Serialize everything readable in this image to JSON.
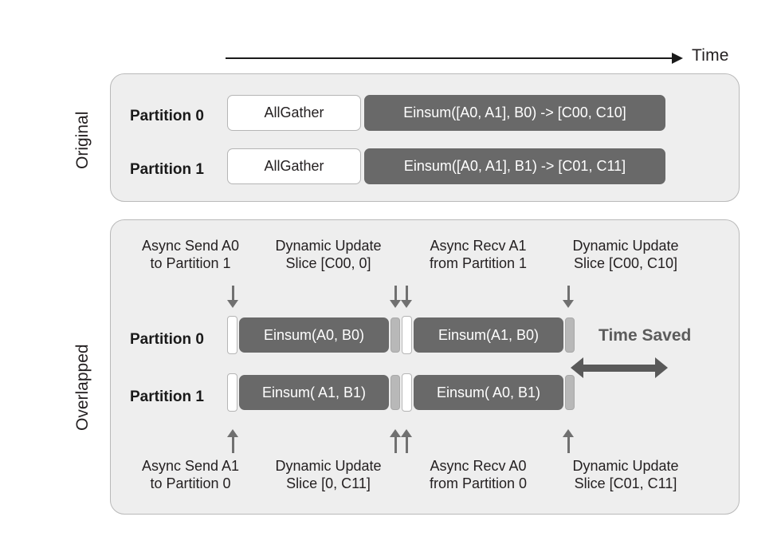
{
  "time_axis": {
    "label": "Time"
  },
  "sections": {
    "original": {
      "side_label": "Original",
      "rows": [
        {
          "label": "Partition 0",
          "allgather": "AllGather",
          "einsum": "Einsum([A0, A1], B0) -> [C00, C10]"
        },
        {
          "label": "Partition 1",
          "allgather": "AllGather",
          "einsum": "Einsum([A0, A1], B1) -> [C01, C11]"
        }
      ]
    },
    "overlapped": {
      "side_label": "Overlapped",
      "top_annotations": [
        {
          "line1": "Async Send A0",
          "line2": "to Partition 1"
        },
        {
          "line1": "Dynamic Update",
          "line2": "Slice [C00, 0]"
        },
        {
          "line1": "Async Recv A1",
          "line2": "from Partition 1"
        },
        {
          "line1": "Dynamic Update",
          "line2": "Slice [C00, C10]"
        }
      ],
      "bottom_annotations": [
        {
          "line1": "Async Send A1",
          "line2": "to Partition 0"
        },
        {
          "line1": "Dynamic Update",
          "line2": "Slice [0, C11]"
        },
        {
          "line1": "Async Recv A0",
          "line2": "from Partition 0"
        },
        {
          "line1": "Dynamic Update",
          "line2": "Slice [C01, C11]"
        }
      ],
      "rows": [
        {
          "label": "Partition 0",
          "einsum_a": "Einsum(A0, B0)",
          "einsum_b": "Einsum(A1, B0)"
        },
        {
          "label": "Partition 1",
          "einsum_a": "Einsum( A1, B1)",
          "einsum_b": "Einsum( A0, B1)"
        }
      ],
      "time_saved_label": "Time Saved"
    }
  },
  "colors": {
    "panel_bg": "#eeeeee",
    "panel_border": "#b9b9b9",
    "dark_bar": "#696969",
    "gray_bar": "#b8b8b8",
    "white_bar": "#ffffff",
    "arrow_gray": "#707070",
    "time_saved_gray": "#595959"
  }
}
